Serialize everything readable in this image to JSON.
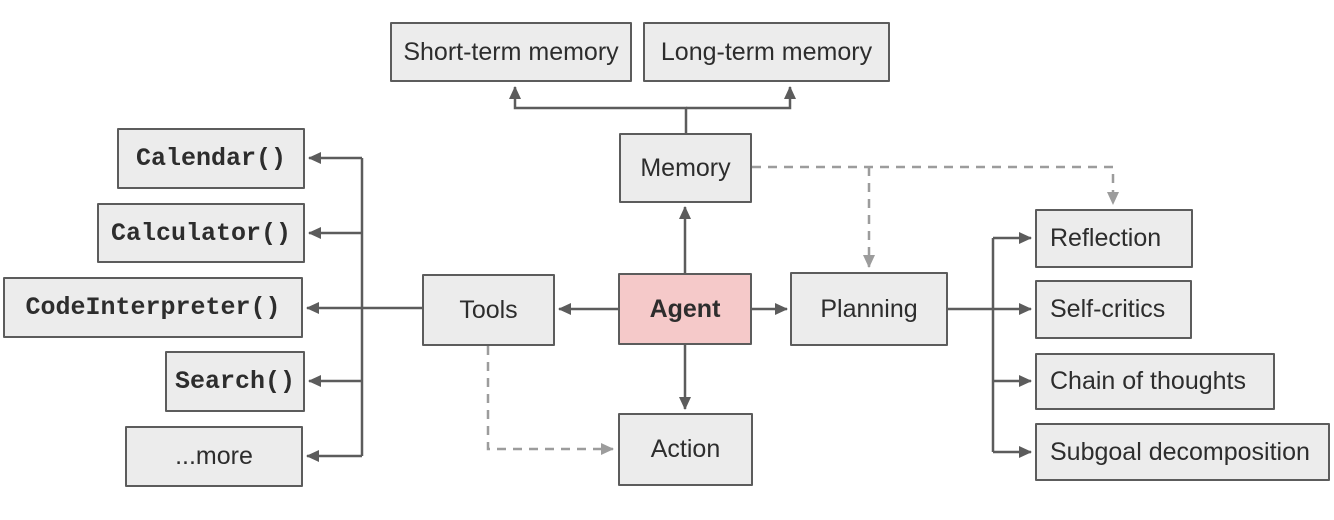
{
  "nodes": {
    "agent": {
      "label": "Agent"
    },
    "memory": {
      "label": "Memory"
    },
    "short_term": {
      "label": "Short-term memory"
    },
    "long_term": {
      "label": "Long-term memory"
    },
    "tools": {
      "label": "Tools"
    },
    "planning": {
      "label": "Planning"
    },
    "action": {
      "label": "Action"
    },
    "calendar": {
      "label": "Calendar()"
    },
    "calculator": {
      "label": "Calculator()"
    },
    "code_interpreter": {
      "label": "CodeInterpreter()"
    },
    "search": {
      "label": "Search()"
    },
    "more": {
      "label": "...more"
    },
    "reflection": {
      "label": "Reflection"
    },
    "self_critics": {
      "label": "Self-critics"
    },
    "chain_of_thoughts": {
      "label": "Chain of thoughts"
    },
    "subgoal": {
      "label": "Subgoal decomposition"
    }
  },
  "edges": [
    {
      "from": "agent",
      "to": "memory",
      "style": "solid",
      "arrow": "to"
    },
    {
      "from": "agent",
      "to": "tools",
      "style": "solid",
      "arrow": "to"
    },
    {
      "from": "agent",
      "to": "planning",
      "style": "solid",
      "arrow": "to"
    },
    {
      "from": "agent",
      "to": "action",
      "style": "solid",
      "arrow": "to"
    },
    {
      "from": "memory",
      "to": "short_term",
      "style": "solid",
      "arrow": "to"
    },
    {
      "from": "memory",
      "to": "long_term",
      "style": "solid",
      "arrow": "to"
    },
    {
      "from": "tools",
      "to": "calendar",
      "style": "solid",
      "arrow": "to"
    },
    {
      "from": "tools",
      "to": "calculator",
      "style": "solid",
      "arrow": "to"
    },
    {
      "from": "tools",
      "to": "code_interpreter",
      "style": "solid",
      "arrow": "to"
    },
    {
      "from": "tools",
      "to": "search",
      "style": "solid",
      "arrow": "to"
    },
    {
      "from": "tools",
      "to": "more",
      "style": "solid",
      "arrow": "to"
    },
    {
      "from": "planning",
      "to": "reflection",
      "style": "solid",
      "arrow": "to"
    },
    {
      "from": "planning",
      "to": "self_critics",
      "style": "solid",
      "arrow": "to"
    },
    {
      "from": "planning",
      "to": "chain_of_thoughts",
      "style": "solid",
      "arrow": "to"
    },
    {
      "from": "planning",
      "to": "subgoal",
      "style": "solid",
      "arrow": "to"
    },
    {
      "from": "memory",
      "to": "planning",
      "style": "dashed",
      "arrow": "to"
    },
    {
      "from": "memory",
      "to": "reflection",
      "style": "dashed",
      "arrow": "to"
    },
    {
      "from": "tools",
      "to": "action",
      "style": "dashed",
      "arrow": "to"
    }
  ],
  "colors": {
    "background": "#ffffff",
    "node_fill": "#ececec",
    "node_border": "#5c5c5c",
    "agent_fill": "#f5c9c9",
    "solid_line": "#5c5c5c",
    "dashed_line": "#9c9c9c",
    "text": "#2d2d2d"
  }
}
